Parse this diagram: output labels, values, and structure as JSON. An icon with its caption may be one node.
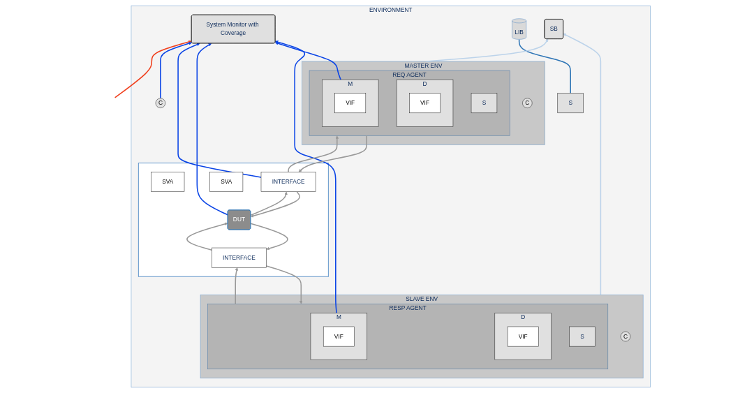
{
  "diagram": {
    "nodes": [
      {
        "text": [
          "ENVIRONMENT"
        ]
      },
      {
        "text": [
          "System Monitor with Coverage"
        ],
        "in": 0
      },
      {
        "text": [
          "C"
        ],
        "in": 0
      },
      {
        "text": [
          "S"
        ],
        "in": 0
      },
      {
        "text": [
          "LIB"
        ],
        "in": 0
      },
      {
        "text": [
          "SB"
        ],
        "in": 0
      },
      {
        "text": [
          "MASTER ENV"
        ],
        "in": 0
      },
      {
        "text": [
          "C"
        ],
        "in": 6
      },
      {
        "text": [
          "REQ AGENT"
        ],
        "in": 6
      },
      {
        "text": [
          "S"
        ],
        "in": 8
      },
      {
        "text": [
          "D"
        ],
        "in": 8
      },
      {
        "text": [
          "VIF"
        ],
        "in": 10
      },
      {
        "text": [
          "M"
        ],
        "in": 8
      },
      {
        "text": [
          "VIF"
        ],
        "in": 12
      },
      {
        "text": [],
        "shape": "box",
        "in": 0
      },
      {
        "text": [
          "SVA"
        ],
        "in": 14
      },
      {
        "text": [
          "INTERFACE"
        ],
        "in": 14
      },
      {
        "text": [
          "DUT"
        ],
        "in": 14
      },
      {
        "text": [
          "SVA"
        ],
        "in": 14
      },
      {
        "text": [
          "INTERFACE"
        ],
        "in": 14
      },
      {
        "text": [
          "SLAVE ENV"
        ],
        "in": 0
      },
      {
        "text": [
          "C"
        ],
        "in": 20
      },
      {
        "text": [
          "RESP AGENT"
        ],
        "in": 20
      },
      {
        "text": [
          "D"
        ],
        "in": 22
      },
      {
        "text": [
          "VIF"
        ],
        "in": 23
      },
      {
        "text": [
          "S"
        ],
        "in": 22
      },
      {
        "text": [
          "M"
        ],
        "in": 22
      },
      {
        "text": [
          "VIF"
        ],
        "in": 26
      }
    ],
    "edges": [
      {
        "from": null,
        "to": 1,
        "arrow": "to",
        "color": "#f0401e"
      },
      {
        "from": 2,
        "to": 1,
        "arrow": "to",
        "color": "#0a44e6"
      },
      {
        "from": 12,
        "to": 1,
        "arrow": "to",
        "color": "#0a44e6"
      },
      {
        "from": 16,
        "to": 1,
        "arrow": "to",
        "color": "#0a44e6"
      },
      {
        "from": 17,
        "to": 1,
        "arrow": "to",
        "color": "#0a44e6"
      },
      {
        "from": 26,
        "to": 1,
        "arrow": "to",
        "color": "#0a44e6"
      },
      {
        "from": 3,
        "to": 4,
        "arrow": "none",
        "color": "#2e75b6"
      },
      {
        "from": 6,
        "to": 5,
        "arrow": "to",
        "color": "#bcd3ea"
      },
      {
        "from": 20,
        "to": 5,
        "arrow": "to",
        "color": "#bcd3ea"
      },
      {
        "from": 8,
        "to": 16,
        "arrow": "to"
      },
      {
        "from": 16,
        "to": 17,
        "arrow": "to"
      },
      {
        "from": 17,
        "to": 16,
        "arrow": "to"
      },
      {
        "from": 16,
        "to": 8,
        "arrow": "to"
      },
      {
        "from": 22,
        "to": 19,
        "arrow": "to"
      },
      {
        "from": 19,
        "to": 17,
        "arrow": "to"
      },
      {
        "from": 17,
        "to": 19,
        "arrow": "to"
      },
      {
        "from": 19,
        "to": 22,
        "arrow": "to"
      }
    ]
  }
}
